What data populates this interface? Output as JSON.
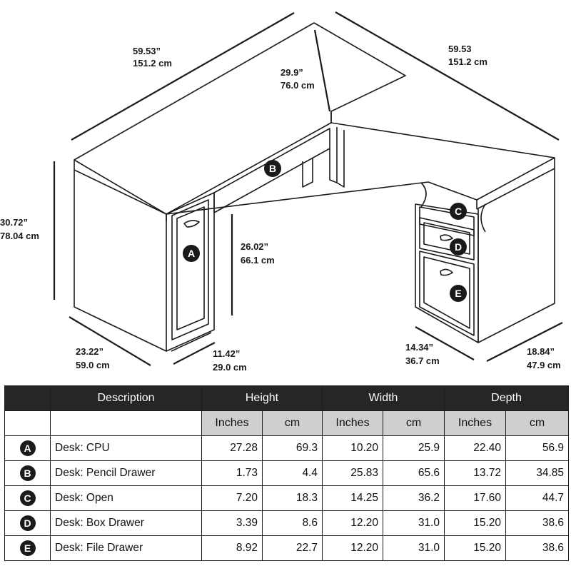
{
  "dimensions": {
    "back_left_in": "59.53”",
    "back_left_cm": "151.2 cm",
    "back_right_in": "59.53",
    "back_right_cm": "151.2 cm",
    "inner_depth_in": "29.9”",
    "inner_depth_cm": "76.0 cm",
    "height_in": "30.72”",
    "height_cm": "78.04 cm",
    "knee_height_in": "26.02”",
    "knee_height_cm": "66.1 cm",
    "left_depth_in": "23.22”",
    "left_depth_cm": "59.0 cm",
    "left_pedestal_in": "11.42”",
    "left_pedestal_cm": "29.0 cm",
    "right_pedestal_in": "14.34”",
    "right_pedestal_cm": "36.7 cm",
    "right_depth_in": "18.84”",
    "right_depth_cm": "47.9 cm"
  },
  "markers": {
    "a": "A",
    "b": "B",
    "c": "C",
    "d": "D",
    "e": "E"
  },
  "table": {
    "headers": {
      "description": "Description",
      "height": "Height",
      "width": "Width",
      "depth": "Depth"
    },
    "units": {
      "inches": "Inches",
      "cm": "cm"
    },
    "rows": [
      {
        "marker": "A",
        "description": "Desk: CPU",
        "h_in": "27.28",
        "h_cm": "69.3",
        "w_in": "10.20",
        "w_cm": "25.9",
        "d_in": "22.40",
        "d_cm": "56.9"
      },
      {
        "marker": "B",
        "description": "Desk: Pencil Drawer",
        "h_in": "1.73",
        "h_cm": "4.4",
        "w_in": "25.83",
        "w_cm": "65.6",
        "d_in": "13.72",
        "d_cm": "34.85"
      },
      {
        "marker": "C",
        "description": "Desk: Open",
        "h_in": "7.20",
        "h_cm": "18.3",
        "w_in": "14.25",
        "w_cm": "36.2",
        "d_in": "17.60",
        "d_cm": "44.7"
      },
      {
        "marker": "D",
        "description": "Desk: Box Drawer",
        "h_in": "3.39",
        "h_cm": "8.6",
        "w_in": "12.20",
        "w_cm": "31.0",
        "d_in": "15.20",
        "d_cm": "38.6"
      },
      {
        "marker": "E",
        "description": "Desk: File Drawer",
        "h_in": "8.92",
        "h_cm": "22.7",
        "w_in": "12.20",
        "w_cm": "31.0",
        "d_in": "15.20",
        "d_cm": "38.6"
      }
    ]
  }
}
